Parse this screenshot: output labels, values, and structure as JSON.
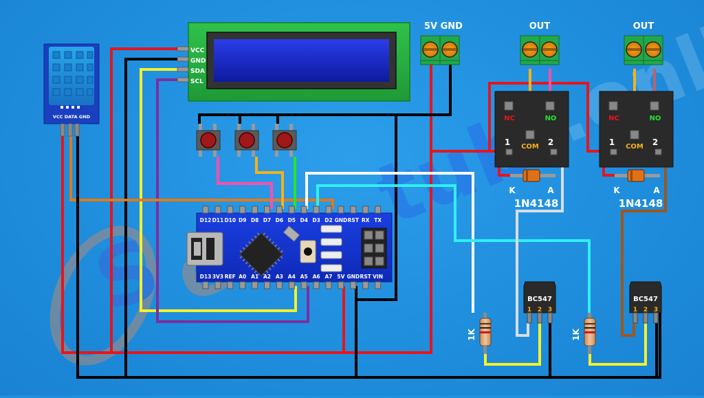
{
  "diagram": {
    "title": "Arduino Nano DHT sensor relay control circuit",
    "watermark": "Sewtube.online",
    "colors": {
      "background": "#1f8fe0",
      "wire_vcc": "#e8141b",
      "wire_gnd": "#000000",
      "wire_sda": "#f5f12a",
      "wire_scl": "#7b2fa0",
      "wire_data": "#e07a1a",
      "wire_btn1": "#ff4fa8",
      "wire_btn2": "#f5b21a",
      "wire_btn3": "#22e62a",
      "wire_d4": "#ffffff",
      "wire_d3": "#2ff0f0",
      "wire_relay1_coil": "#d9dde2",
      "wire_relay2_coil": "#a0561a"
    },
    "dht_sensor": {
      "name": "DHT sensor",
      "pins": [
        "VCC",
        "DATA",
        "GND"
      ],
      "pin_label": "VCC DATA GND"
    },
    "lcd": {
      "name": "I2C LCD 16x2",
      "pins": [
        "VCC",
        "GND",
        "SDA",
        "SCL"
      ]
    },
    "buttons": [
      {
        "name": "Button 1",
        "connects_to": "D7"
      },
      {
        "name": "Button 2",
        "connects_to": "D6"
      },
      {
        "name": "Button 3",
        "connects_to": "D5"
      }
    ],
    "arduino": {
      "name": "Arduino Nano",
      "top_pins": [
        "D12",
        "D11",
        "D10",
        "D9",
        "D8",
        "D7",
        "D6",
        "D5",
        "D4",
        "D3",
        "D2",
        "GND",
        "RST",
        "RX",
        "TX"
      ],
      "bottom_pins": [
        "D13",
        "3V3",
        "REF",
        "A0",
        "A1",
        "A2",
        "A3",
        "A4",
        "A5",
        "A6",
        "A7",
        "5V",
        "GND",
        "RST",
        "VIN"
      ]
    },
    "power_terminal": {
      "label": "5V GND"
    },
    "relays": [
      {
        "out_label": "OUT",
        "pins": {
          "nc": "NC",
          "no": "NO",
          "com": "COM",
          "coil1": "1",
          "coil2": "2"
        },
        "diode": {
          "model": "1N4148",
          "k": "K",
          "a": "A"
        }
      },
      {
        "out_label": "OUT",
        "pins": {
          "nc": "NC",
          "no": "NO",
          "com": "COM",
          "coil1": "1",
          "coil2": "2"
        },
        "diode": {
          "model": "1N4148",
          "k": "K",
          "a": "A"
        }
      }
    ],
    "transistors": [
      {
        "model": "BC547",
        "pins": [
          "1",
          "2",
          "3"
        ],
        "base_resistor": "1K"
      },
      {
        "model": "BC547",
        "pins": [
          "1",
          "2",
          "3"
        ],
        "base_resistor": "1K"
      }
    ]
  }
}
